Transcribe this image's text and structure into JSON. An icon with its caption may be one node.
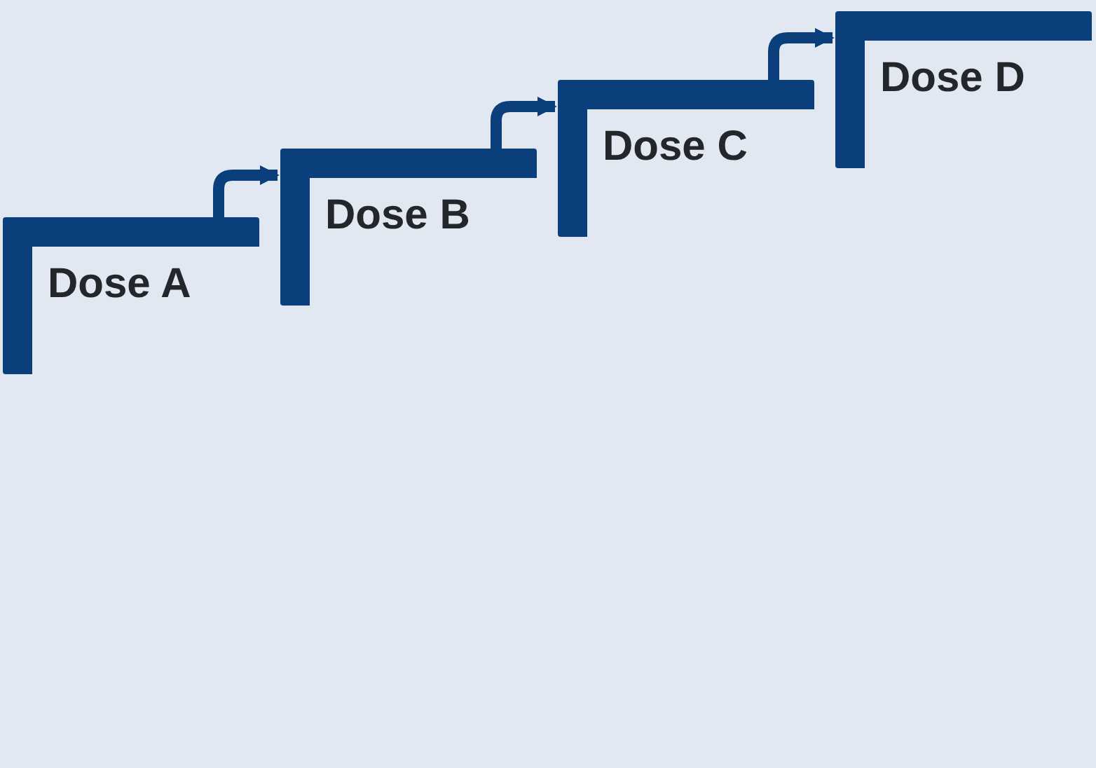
{
  "diagram": {
    "nodes": [
      {
        "text": [
          "Dose A"
        ]
      },
      {
        "text": [
          "Dose B"
        ]
      },
      {
        "text": [
          "Dose C"
        ]
      },
      {
        "text": [
          "Dose D"
        ]
      }
    ],
    "edges": [
      {
        "from": 0,
        "to": 1,
        "arrow": "to"
      },
      {
        "from": 1,
        "to": 2,
        "arrow": "to"
      },
      {
        "from": 2,
        "to": 3,
        "arrow": "to"
      }
    ]
  }
}
